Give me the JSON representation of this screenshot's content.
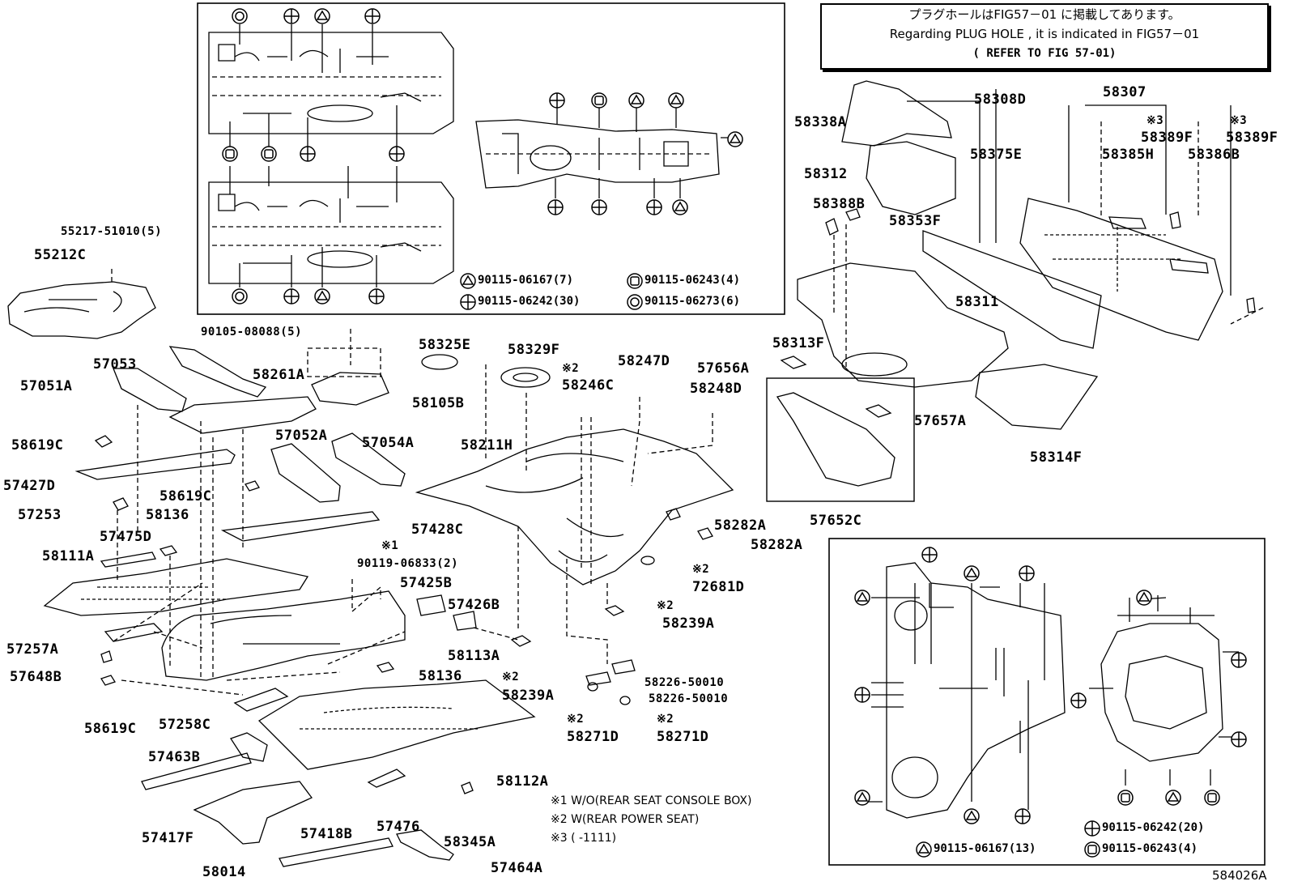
{
  "notice": {
    "line1": "プラグホールはFIG57－01 に掲載してあります。",
    "line2": "Regarding  PLUG  HOLE ,  it  is  indicated  in  FIG57－01",
    "line3": "( REFER TO FIG 57-01)"
  },
  "parts": {
    "p55217": "55217-51010(5)",
    "p55212C": "55212C",
    "p90105": "90105-08088(5)",
    "p57053": "57053",
    "p57051A": "57051A",
    "p58261A": "58261A",
    "p58105B": "58105B",
    "p58325E": "58325E",
    "p58329F": "58329F",
    "p58246C_m": "※2",
    "p58246C": "58246C",
    "p58247D": "58247D",
    "p57656A": "57656A",
    "p58248D": "58248D",
    "p58619C_a": "58619C",
    "p57052A": "57052A",
    "p57054A": "57054A",
    "p58211H": "58211H",
    "p57427D": "57427D",
    "p58619C_b": "58619C",
    "p57253": "57253",
    "p58136_a": "58136",
    "p57428C": "57428C",
    "p58282A_a": "58282A",
    "p58282A_b": "58282A",
    "p57475D": "57475D",
    "p90119_m": "※1",
    "p90119": "90119-06833(2)",
    "p58111A": "58111A",
    "p72681D_m": "※2",
    "p72681D": "72681D",
    "p57425B": "57425B",
    "p57426B": "57426B",
    "p58239A_a_m": "※2",
    "p58239A_a": "58239A",
    "p57257A": "57257A",
    "p58113A": "58113A",
    "p57648B": "57648B",
    "p58136_b": "58136",
    "p58239A_b_m": "※2",
    "p58239A_b": "58239A",
    "p58226_a": "58226-50010",
    "p58226_b": "58226-50010",
    "p58619C_c": "58619C",
    "p57258C": "57258C",
    "p58271D_a_m": "※2",
    "p58271D_a": "58271D",
    "p58271D_b_m": "※2",
    "p58271D_b": "58271D",
    "p57463B": "57463B",
    "p58112A": "58112A",
    "p57476": "57476",
    "p58345A": "58345A",
    "p57417F": "57417F",
    "p57418B": "57418B",
    "p58014": "58014",
    "p57464A": "57464A",
    "p58308D": "58308D",
    "p58338A": "58338A",
    "p58307": "58307",
    "p58389F_a_m": "※3",
    "p58389F_a": "58389F",
    "p58389F_b_m": "※3",
    "p58389F_b": "58389F",
    "p58375E": "58375E",
    "p58385H": "58385H",
    "p58386B": "58386B",
    "p58312": "58312",
    "p58388B": "58388B",
    "p58353F": "58353F",
    "p58311": "58311",
    "p58313F": "58313F",
    "p57657A": "57657A",
    "p58314F": "58314F",
    "p57652C": "57652C"
  },
  "legend_top": {
    "triangle": "90115-06167(7)",
    "square": "90115-06243(4)",
    "cross": "90115-06242(30)",
    "ring": "90115-06273(6)"
  },
  "legend_bottom": {
    "cross": "90115-06242(20)",
    "triangle": "90115-06167(13)",
    "square": "90115-06243(4)"
  },
  "notes": {
    "n1": "※1 W/O(REAR SEAT CONSOLE BOX)",
    "n2": "※2 W(REAR POWER SEAT)",
    "n3": "※3 (       -1111)"
  },
  "figure_ref": "584026A"
}
